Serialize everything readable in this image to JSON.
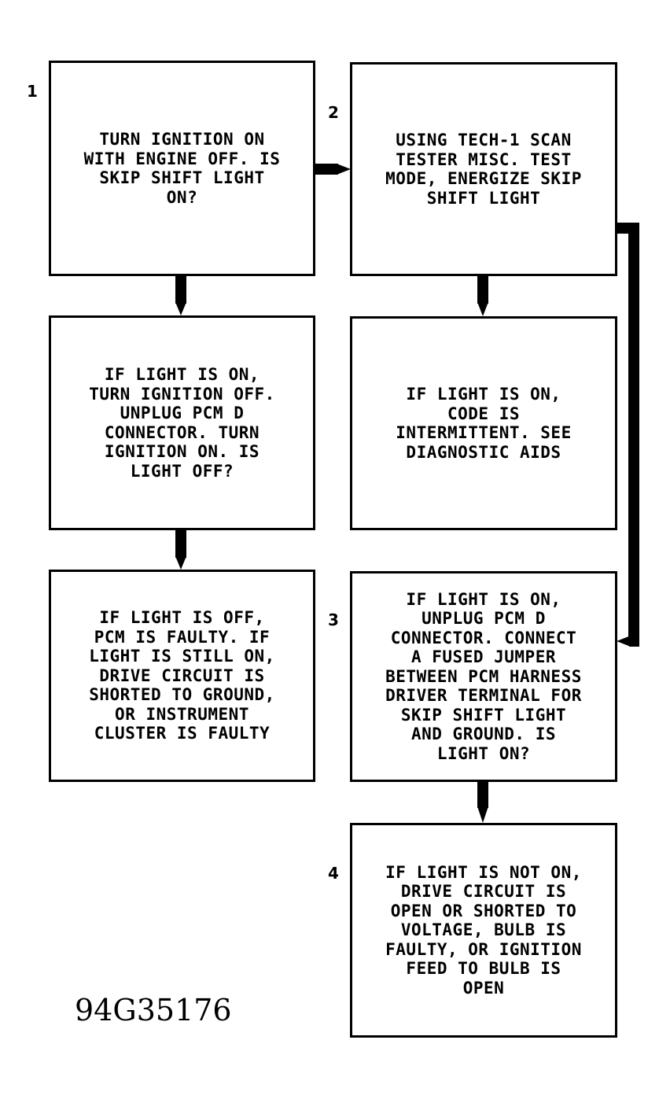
{
  "steps": {
    "s1": "1",
    "s2": "2",
    "s3": "3",
    "s4": "4"
  },
  "boxes": {
    "b1": "TURN IGNITION ON\nWITH ENGINE OFF. IS\nSKIP SHIFT LIGHT\nON?",
    "b2": "USING TECH-1 SCAN\nTESTER MISC. TEST\nMODE, ENERGIZE SKIP\nSHIFT LIGHT",
    "b3": "IF LIGHT IS ON,\nTURN IGNITION OFF.\nUNPLUG PCM D\nCONNECTOR. TURN\nIGNITION ON. IS\nLIGHT OFF?",
    "b4": "IF LIGHT IS ON,\nCODE IS\nINTERMITTENT. SEE\nDIAGNOSTIC AIDS",
    "b5": "IF LIGHT IS OFF,\nPCM IS FAULTY. IF\nLIGHT IS STILL ON,\nDRIVE CIRCUIT IS\nSHORTED TO GROUND,\nOR INSTRUMENT\nCLUSTER IS FAULTY",
    "b6": "IF LIGHT IS ON,\nUNPLUG PCM D\nCONNECTOR. CONNECT\nA FUSED JUMPER\nBETWEEN PCM HARNESS\nDRIVER TERMINAL FOR\nSKIP SHIFT LIGHT\nAND GROUND. IS\nLIGHT ON?",
    "b7": "IF LIGHT IS NOT ON,\nDRIVE CIRCUIT IS\nOPEN OR SHORTED TO\nVOLTAGE, BULB IS\nFAULTY, OR IGNITION\nFEED TO BULB IS\nOPEN"
  },
  "figure_code": "94G35176"
}
